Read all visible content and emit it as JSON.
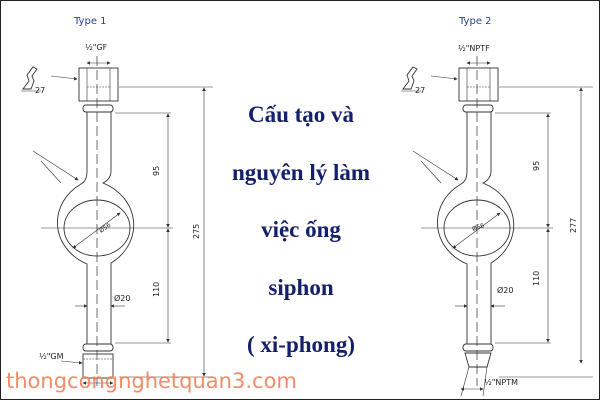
{
  "title_lines": [
    "Cấu tạo và",
    "nguyên lý làm",
    "việc ống",
    "siphon",
    "( xi-phong)"
  ],
  "watermark": "thongcongnghetquan3.com",
  "colors": {
    "title": "#14206a",
    "type_label": "#2a3f8f",
    "watermark": "#f0805a"
  },
  "type1": {
    "label": "Type 1",
    "top_thread": "½\"GF",
    "bottom_thread": "½\"GM",
    "wrench": "27",
    "dim_upper": "95",
    "dim_lower": "110",
    "dim_total": "275",
    "tube_dia": "Ø20",
    "loop_dia": "Ø56"
  },
  "type2": {
    "label": "Type 2",
    "top_thread": "½\"NPTF",
    "bottom_thread": "½\"NPTM",
    "wrench": "27",
    "dim_upper": "95",
    "dim_lower": "110",
    "dim_total": "277",
    "tube_dia": "Ø20",
    "loop_dia": "Ø56"
  }
}
